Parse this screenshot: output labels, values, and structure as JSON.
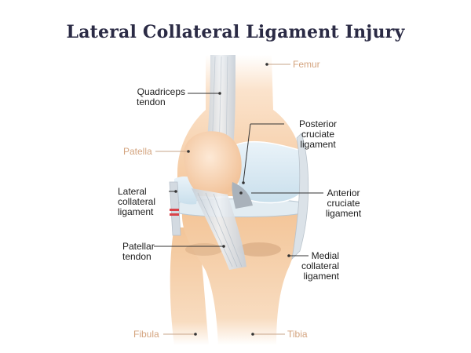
{
  "title": "Lateral Collateral Ligament Injury",
  "colors": {
    "title": "#2b2b45",
    "bone": "#f6c9a0",
    "bone_shade": "#e9b07f",
    "cartilage": "#d6e8f2",
    "ligament": "#dfe4ea",
    "bone_label": "#d4a47f",
    "label": "#1c1c1c",
    "injury": "#d9434a"
  },
  "labels": {
    "femur": "Femur",
    "quadriceps_tendon": [
      "Quadriceps",
      "tendon"
    ],
    "patella": "Patella",
    "posterior_cruciate_ligament": [
      "Posterior",
      "cruciate",
      "ligament"
    ],
    "lateral_collateral_ligament": [
      "Lateral",
      "collateral",
      "ligament"
    ],
    "anterior_cruciate_ligament": [
      "Anterior",
      "cruciate",
      "ligament"
    ],
    "patellar_tendon": [
      "Patellar",
      "tendon"
    ],
    "medial_collateral_ligament": [
      "Medial",
      "collateral",
      "ligament"
    ],
    "fibula": "Fibula",
    "tibia": "Tibia"
  }
}
